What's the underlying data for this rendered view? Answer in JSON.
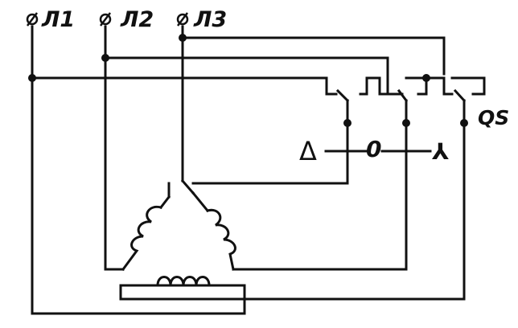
{
  "terminals": {
    "l1": "Л1",
    "l2": "Л2",
    "l3": "Л3"
  },
  "switch_label": "QS",
  "switch_positions": {
    "delta": "Δ",
    "off": "0",
    "star": "⅄"
  },
  "colors": {
    "ink": "#111111",
    "background": "#ffffff"
  }
}
